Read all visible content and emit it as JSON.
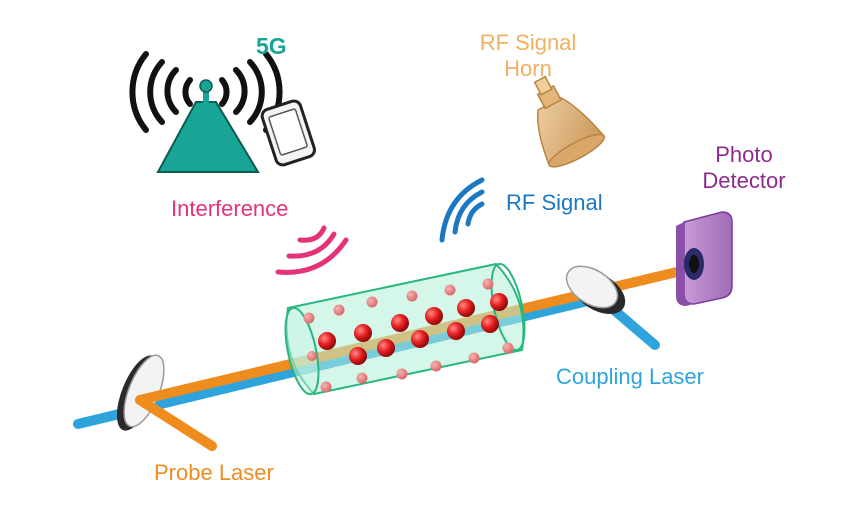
{
  "labels": {
    "fiveg": "5G",
    "rf_horn_line1": "RF Signal",
    "rf_horn_line2": "Horn",
    "photo_line1": "Photo",
    "photo_line2": "Detector",
    "interference": "Interference",
    "rf_signal": "RF Signal",
    "coupling_laser": "Coupling Laser",
    "probe_laser": "Probe Laser"
  },
  "colors": {
    "fiveg": "#19a596",
    "rf_horn": "#f0b062",
    "photo_detector": "#8d2b8c",
    "interference": "#e5337a",
    "rf_signal": "#1c78c0",
    "coupling_laser": "#2fa4dc",
    "probe_laser": "#ef8c1e",
    "vapor_cell": "#b3f0d9",
    "atom": "#e51e1e",
    "horn": "#e5bb86"
  },
  "icons": [
    "cell-tower-icon",
    "smartphone-icon",
    "horn-antenna-icon",
    "photodetector-icon",
    "mirror-icon"
  ]
}
